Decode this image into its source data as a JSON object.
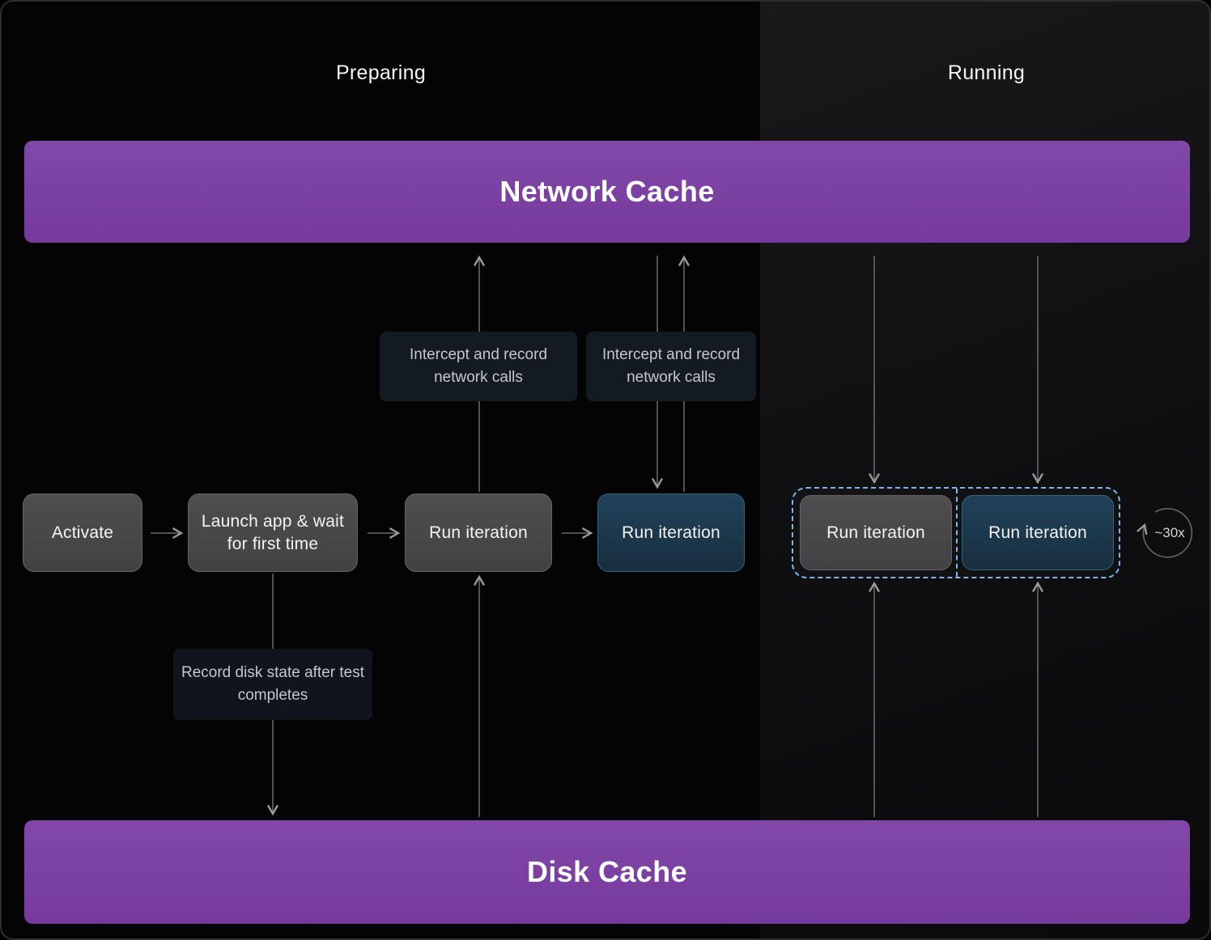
{
  "sections": {
    "preparing": "Preparing",
    "running": "Running"
  },
  "caches": {
    "network": "Network Cache",
    "disk": "Disk Cache"
  },
  "nodes": {
    "activate": "Activate",
    "launch": "Launch app & wait for first time",
    "run_iteration": "Run iteration"
  },
  "annotations": {
    "intercept_network": "Intercept and record network calls",
    "record_disk": "Record disk state after test completes"
  },
  "loop": {
    "label": "~30x"
  },
  "colors": {
    "cache_purple": "#7b3fa2",
    "node_gray": "#48484a",
    "node_blue": "#1d3950",
    "loop_dashed_blue": "#7fb7e8",
    "arrow_gray": "#9a9a9a",
    "background_left": "#040405",
    "background_right": "#131315"
  }
}
